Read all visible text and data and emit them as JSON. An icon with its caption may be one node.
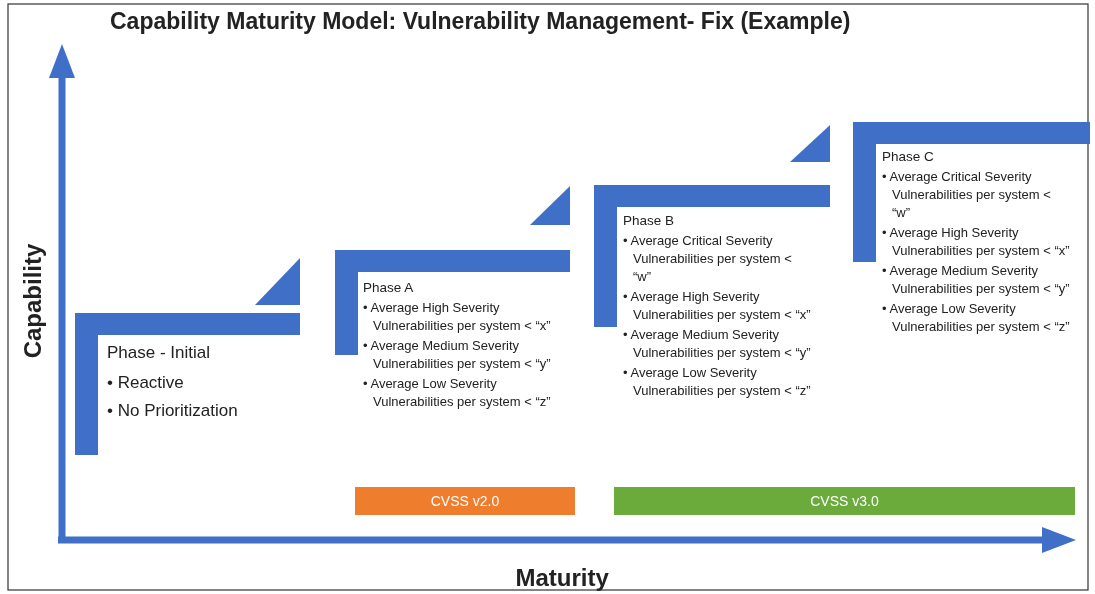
{
  "diagram": {
    "title": "Capability Maturity Model: Vulnerability Management- Fix (Example)",
    "nodes": [
      {
        "text": [
          "Phase - Initial",
          "• Reactive",
          "• No Prioritization"
        ]
      },
      {
        "text": [
          "Phase A",
          "• Average High Severity Vulnerabilities per system < “x”",
          "• Average Medium Severity Vulnerabilities per system < “y”",
          "• Average Low Severity Vulnerabilities per system < “z”"
        ]
      },
      {
        "text": [
          "Phase B",
          "• Average Critical Severity Vulnerabilities per system < “w”",
          "• Average High Severity Vulnerabilities per system < “x”",
          "• Average Medium Severity Vulnerabilities per system < “y”",
          "• Average Low Severity Vulnerabilities per system < “z”"
        ]
      },
      {
        "text": [
          "Phase C",
          "• Average Critical Severity Vulnerabilities per system < “w”",
          "• Average High Severity Vulnerabilities per system < “x”",
          "• Average Medium Severity Vulnerabilities per system < “y”",
          "• Average Low Severity Vulnerabilities per system < “z”"
        ]
      },
      {
        "text": [
          "CVSS v2.0"
        ]
      },
      {
        "text": [
          "CVSS v3.0"
        ]
      }
    ],
    "labels": [
      "Capability",
      "Maturity"
    ]
  }
}
